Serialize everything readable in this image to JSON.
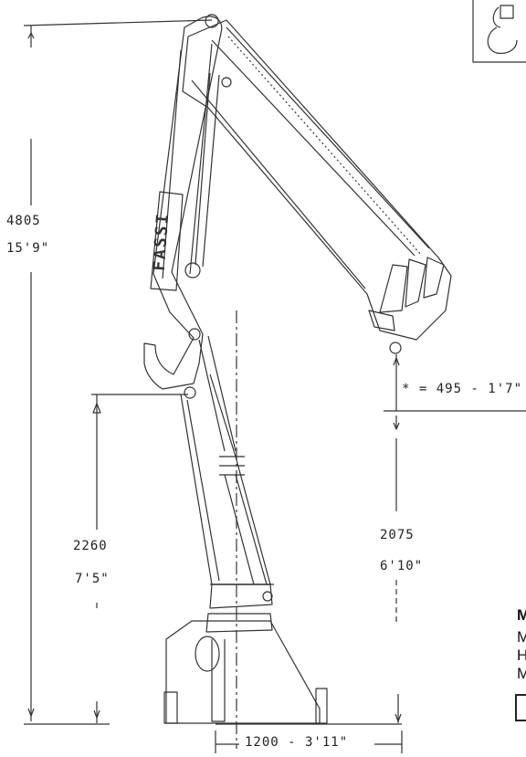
{
  "drawing": {
    "logo_text": "FASSI",
    "dimensions": {
      "total_height_mm": "4805",
      "total_height_ftin": "15'9\"",
      "pivot_height_mm": "2260",
      "pivot_height_ftin": "7'5\"",
      "hook_height_mm": "2075",
      "hook_height_ftin": "6'10\"",
      "hook_offset": "* = 495 - 1'7\"",
      "base_width": "1200 - 3'11\""
    },
    "legend_clipped": {
      "heading": "M",
      "line1": "M",
      "line2": "H.",
      "line3": "M"
    }
  },
  "colors": {
    "line": "#333333",
    "paper": "#ffffff"
  }
}
